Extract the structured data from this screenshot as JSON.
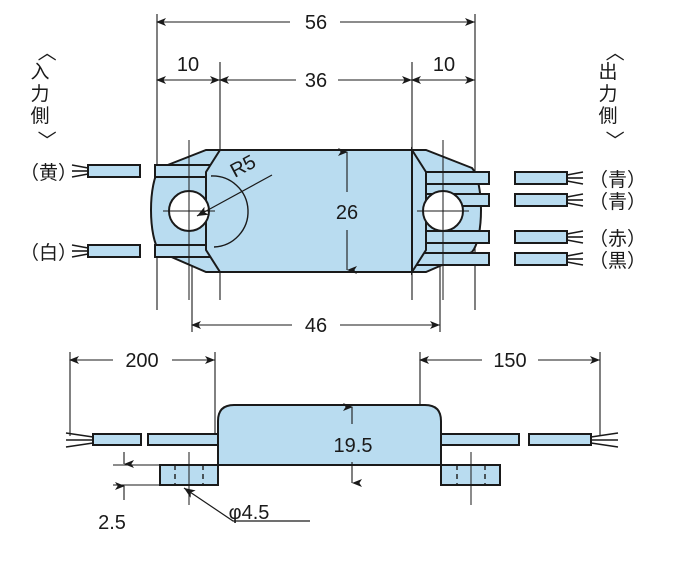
{
  "drawing": {
    "title": "Sensor dimensional drawing",
    "units": "mm",
    "fill_color": "#b9dcf0",
    "line_color": "#1a1a1a",
    "background": "#ffffff",
    "views": [
      {
        "name": "top-view",
        "label": ""
      },
      {
        "name": "side-view",
        "label": ""
      }
    ],
    "side_labels": {
      "input": "〈入力側〉",
      "output": "〈出力側〉",
      "input_chars": [
        "〈",
        "入",
        "力",
        "側",
        "〉"
      ],
      "output_chars": [
        "〈",
        "出",
        "力",
        "側",
        "〉"
      ]
    },
    "wire_labels": {
      "left": [
        {
          "name": "wire-label-yellow",
          "text": "（黄）"
        },
        {
          "name": "wire-label-white",
          "text": "（白）"
        }
      ],
      "right": [
        {
          "name": "wire-label-blue-1",
          "text": "（青）"
        },
        {
          "name": "wire-label-blue-2",
          "text": "（青）"
        },
        {
          "name": "wire-label-red",
          "text": "（赤）"
        },
        {
          "name": "wire-label-black",
          "text": "（黒）"
        }
      ]
    },
    "dimensions": {
      "top_view": [
        {
          "name": "dim-overall-width",
          "value": "56"
        },
        {
          "name": "dim-left-offset",
          "value": "10"
        },
        {
          "name": "dim-center-span",
          "value": "36"
        },
        {
          "name": "dim-right-offset",
          "value": "10"
        },
        {
          "name": "dim-body-height",
          "value": "26"
        },
        {
          "name": "dim-mount-span",
          "value": "46"
        },
        {
          "name": "dim-corner-radius",
          "value": "R5"
        }
      ],
      "side_view": [
        {
          "name": "dim-input-cable-length",
          "value": "200"
        },
        {
          "name": "dim-output-cable-length",
          "value": "150"
        },
        {
          "name": "dim-body-thickness",
          "value": "19.5"
        },
        {
          "name": "dim-flange-thickness",
          "value": "2.5"
        },
        {
          "name": "dim-hole-diameter",
          "value": "φ4.5"
        }
      ]
    }
  }
}
